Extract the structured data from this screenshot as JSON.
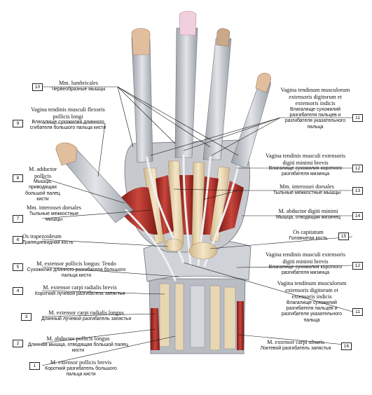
{
  "left_labels": [
    {
      "num": "10",
      "latin": "Mm. lumbricales",
      "russian": "Червеобразные мышцы"
    },
    {
      "num": "9",
      "latin": "Vagina tendinis musculi flexoris pollicis longi",
      "russian": "Влагалище сухожилия длинного сгибателя большого пальца кисти"
    },
    {
      "num": "8",
      "latin": "M. adductor pollicis",
      "russian": "Мышца, приводящая большой палец кисти"
    },
    {
      "num": "7",
      "latin": "Mm. interossei dorsales",
      "russian": "Тыльные межкостные мышцы"
    },
    {
      "num": "6",
      "latin": "Os trapezoideum",
      "russian": "Трапециевидная кость"
    },
    {
      "num": "5",
      "latin": "M. extensor pollicis longus: Tendo",
      "russian": "Сухожилие длинного разгибателя большого пальца кисти"
    },
    {
      "num": "4",
      "latin": "M. extensor carpi radialis brevis",
      "russian": "Короткий лучевой разгибатель запястья"
    },
    {
      "num": "3",
      "latin": "M. extensor carpi radialis longus",
      "russian": "Длинный лучевой разгибатель запястья"
    },
    {
      "num": "2",
      "latin": "M. abductor pollicis longus",
      "russian": "Длинная мышца, отводящая большой палец кисти"
    },
    {
      "num": "1",
      "latin": "M. extensor pollicis brevis",
      "russian": "Короткий разгибатель большого пальца кисти"
    }
  ],
  "right_labels": [
    {
      "num": "11",
      "latin": "Vagina tendinum musculorum extensoris digitorum et extensoris indicis",
      "russian": "Влагалище сухожилий разгибателя пальцев и разгибателя указательного пальца"
    },
    {
      "num": "12",
      "latin": "Vagina tendinis musculi extensoris digiti minimi brevis",
      "russian": "Влагалище сухожилия короткого разгибателя мизинца"
    },
    {
      "num": "13",
      "latin": "Mm. interossei dorsales",
      "russian": "Тыльные межкостные мышцы"
    },
    {
      "num": "14",
      "latin": "M. abductor digiti minimi",
      "russian": "Мышца, отводящая мизинец"
    },
    {
      "num": "15",
      "latin": "Os capitatum",
      "russian": "Головчатая кость"
    },
    {
      "num": "12",
      "latin": "Vagina tendinis musculi extensoris digiti minimi brevis",
      "russian": "Влагалище сухожилия короткого разгибателя мизинца"
    },
    {
      "num": "11",
      "latin": "Vagina tendinum musculorum extensoris digitorum et extensoris indicis",
      "russian": "Влагалище сухожилий разгибателя пальцев и разгибателя указательного пальца"
    },
    {
      "num": "16",
      "latin": "M. extensor carpi ulnaris",
      "russian": "Локтевой разгибатель запястья"
    }
  ],
  "colors": {
    "tendon": "#c9cbd0",
    "tendon_shade": "#8f949c",
    "muscle": "#b8322b",
    "muscle_dark": "#7e1a16",
    "bone": "#e9d6b0",
    "nail": "#e6c3a4",
    "skin": "#d8b89a"
  }
}
